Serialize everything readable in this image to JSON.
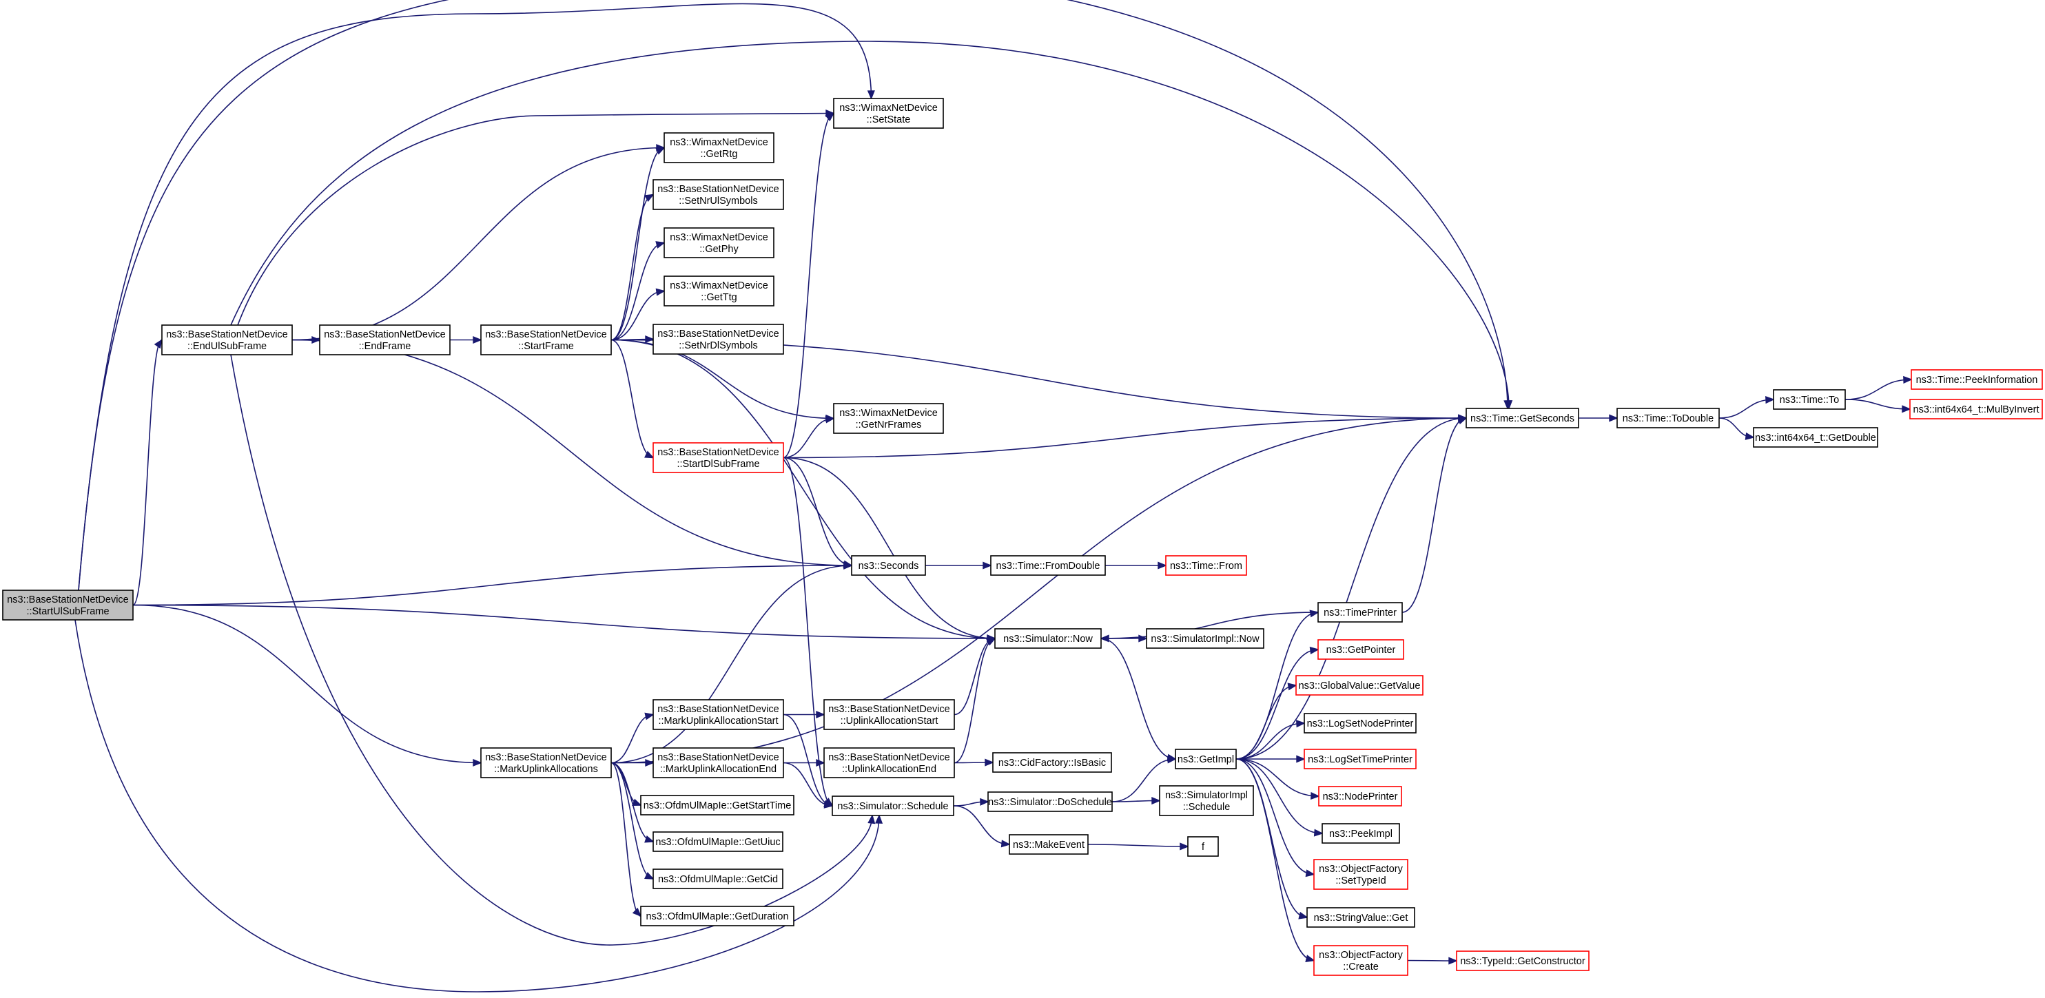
{
  "colors": {
    "edge": "#191970",
    "node_border": "#000000",
    "node_border_truncated": "#ff0000",
    "node_fill": "#ffffff",
    "root_fill": "#bfbfbf",
    "background": "#ffffff"
  },
  "nodes": [
    {
      "id": "root",
      "lines": [
        "ns3::BaseStationNetDevice",
        "::StartUlSubFrame"
      ],
      "kind": "root"
    },
    {
      "id": "endUlSubFrame",
      "lines": [
        "ns3::BaseStationNetDevice",
        "::EndUlSubFrame"
      ],
      "kind": "normal"
    },
    {
      "id": "endFrame",
      "lines": [
        "ns3::BaseStationNetDevice",
        "::EndFrame"
      ],
      "kind": "normal"
    },
    {
      "id": "startFrame",
      "lines": [
        "ns3::BaseStationNetDevice",
        "::StartFrame"
      ],
      "kind": "normal"
    },
    {
      "id": "setState",
      "lines": [
        "ns3::WimaxNetDevice",
        "::SetState"
      ],
      "kind": "normal"
    },
    {
      "id": "getRtg",
      "lines": [
        "ns3::WimaxNetDevice",
        "::GetRtg"
      ],
      "kind": "normal"
    },
    {
      "id": "setNrUlSymbols",
      "lines": [
        "ns3::BaseStationNetDevice",
        "::SetNrUlSymbols"
      ],
      "kind": "normal"
    },
    {
      "id": "getPhy",
      "lines": [
        "ns3::WimaxNetDevice",
        "::GetPhy"
      ],
      "kind": "normal"
    },
    {
      "id": "getTtg",
      "lines": [
        "ns3::WimaxNetDevice",
        "::GetTtg"
      ],
      "kind": "normal"
    },
    {
      "id": "setNrDlSymbols",
      "lines": [
        "ns3::BaseStationNetDevice",
        "::SetNrDlSymbols"
      ],
      "kind": "normal"
    },
    {
      "id": "getNrFrames",
      "lines": [
        "ns3::WimaxNetDevice",
        "::GetNrFrames"
      ],
      "kind": "normal"
    },
    {
      "id": "startDlSubFrame",
      "lines": [
        "ns3::BaseStationNetDevice",
        "::StartDlSubFrame"
      ],
      "kind": "truncated"
    },
    {
      "id": "getSeconds",
      "lines": [
        "ns3::Time::GetSeconds"
      ],
      "kind": "normal"
    },
    {
      "id": "toDouble",
      "lines": [
        "ns3::Time::ToDouble"
      ],
      "kind": "normal"
    },
    {
      "id": "timeTo",
      "lines": [
        "ns3::Time::To"
      ],
      "kind": "normal"
    },
    {
      "id": "peekInformation",
      "lines": [
        "ns3::Time::PeekInformation"
      ],
      "kind": "truncated"
    },
    {
      "id": "mulByInvert",
      "lines": [
        "ns3::int64x64_t::MulByInvert"
      ],
      "kind": "truncated"
    },
    {
      "id": "getDouble",
      "lines": [
        "ns3::int64x64_t::GetDouble"
      ],
      "kind": "normal"
    },
    {
      "id": "seconds",
      "lines": [
        "ns3::Seconds"
      ],
      "kind": "normal"
    },
    {
      "id": "fromDouble",
      "lines": [
        "ns3::Time::FromDouble"
      ],
      "kind": "normal"
    },
    {
      "id": "timeFrom",
      "lines": [
        "ns3::Time::From"
      ],
      "kind": "truncated"
    },
    {
      "id": "simNow",
      "lines": [
        "ns3::Simulator::Now"
      ],
      "kind": "normal"
    },
    {
      "id": "simImplNow",
      "lines": [
        "ns3::SimulatorImpl::Now"
      ],
      "kind": "normal"
    },
    {
      "id": "timePrinter",
      "lines": [
        "ns3::TimePrinter"
      ],
      "kind": "normal"
    },
    {
      "id": "markUplinkAllocations",
      "lines": [
        "ns3::BaseStationNetDevice",
        "::MarkUplinkAllocations"
      ],
      "kind": "normal"
    },
    {
      "id": "markUplinkAllocationStart",
      "lines": [
        "ns3::BaseStationNetDevice",
        "::MarkUplinkAllocationStart"
      ],
      "kind": "normal"
    },
    {
      "id": "markUplinkAllocationEnd",
      "lines": [
        "ns3::BaseStationNetDevice",
        "::MarkUplinkAllocationEnd"
      ],
      "kind": "normal"
    },
    {
      "id": "uplinkAllocationStart",
      "lines": [
        "ns3::BaseStationNetDevice",
        "::UplinkAllocationStart"
      ],
      "kind": "normal"
    },
    {
      "id": "uplinkAllocationEnd",
      "lines": [
        "ns3::BaseStationNetDevice",
        "::UplinkAllocationEnd"
      ],
      "kind": "normal"
    },
    {
      "id": "cidIsBasic",
      "lines": [
        "ns3::CidFactory::IsBasic"
      ],
      "kind": "normal"
    },
    {
      "id": "getStartTime",
      "lines": [
        "ns3::OfdmUlMapIe::GetStartTime"
      ],
      "kind": "normal"
    },
    {
      "id": "getUiuc",
      "lines": [
        "ns3::OfdmUlMapIe::GetUiuc"
      ],
      "kind": "normal"
    },
    {
      "id": "getCid",
      "lines": [
        "ns3::OfdmUlMapIe::GetCid"
      ],
      "kind": "normal"
    },
    {
      "id": "getDuration",
      "lines": [
        "ns3::OfdmUlMapIe::GetDuration"
      ],
      "kind": "normal"
    },
    {
      "id": "simSchedule",
      "lines": [
        "ns3::Simulator::Schedule"
      ],
      "kind": "normal"
    },
    {
      "id": "doSchedule",
      "lines": [
        "ns3::Simulator::DoSchedule"
      ],
      "kind": "normal"
    },
    {
      "id": "simImplSchedule",
      "lines": [
        "ns3::SimulatorImpl",
        "::Schedule"
      ],
      "kind": "normal"
    },
    {
      "id": "makeEvent",
      "lines": [
        "ns3::MakeEvent"
      ],
      "kind": "normal"
    },
    {
      "id": "f",
      "lines": [
        "f"
      ],
      "kind": "normal"
    },
    {
      "id": "getImpl",
      "lines": [
        "ns3::GetImpl"
      ],
      "kind": "normal"
    },
    {
      "id": "getPointer",
      "lines": [
        "ns3::GetPointer"
      ],
      "kind": "truncated"
    },
    {
      "id": "globalValueGetValue",
      "lines": [
        "ns3::GlobalValue::GetValue"
      ],
      "kind": "truncated"
    },
    {
      "id": "logSetNodePrinter",
      "lines": [
        "ns3::LogSetNodePrinter"
      ],
      "kind": "normal"
    },
    {
      "id": "logSetTimePrinter",
      "lines": [
        "ns3::LogSetTimePrinter"
      ],
      "kind": "truncated"
    },
    {
      "id": "nodePrinter",
      "lines": [
        "ns3::NodePrinter"
      ],
      "kind": "truncated"
    },
    {
      "id": "peekImpl",
      "lines": [
        "ns3::PeekImpl"
      ],
      "kind": "normal"
    },
    {
      "id": "objectFactorySetTypeId",
      "lines": [
        "ns3::ObjectFactory",
        "::SetTypeId"
      ],
      "kind": "truncated"
    },
    {
      "id": "stringValueGet",
      "lines": [
        "ns3::StringValue::Get"
      ],
      "kind": "normal"
    },
    {
      "id": "objectFactoryCreate",
      "lines": [
        "ns3::ObjectFactory",
        "::Create"
      ],
      "kind": "truncated"
    },
    {
      "id": "getConstructor",
      "lines": [
        "ns3::TypeId::GetConstructor"
      ],
      "kind": "truncated"
    }
  ],
  "edges": [
    [
      "root",
      "endUlSubFrame"
    ],
    [
      "root",
      "setState"
    ],
    [
      "root",
      "getSeconds"
    ],
    [
      "root",
      "seconds"
    ],
    [
      "root",
      "simNow"
    ],
    [
      "root",
      "markUplinkAllocations"
    ],
    [
      "root",
      "simSchedule"
    ],
    [
      "endUlSubFrame",
      "endFrame"
    ],
    [
      "endUlSubFrame",
      "setState"
    ],
    [
      "endUlSubFrame",
      "getRtg"
    ],
    [
      "endUlSubFrame",
      "getSeconds"
    ],
    [
      "endUlSubFrame",
      "seconds"
    ],
    [
      "endUlSubFrame",
      "simSchedule"
    ],
    [
      "endFrame",
      "startFrame"
    ],
    [
      "startFrame",
      "getRtg"
    ],
    [
      "startFrame",
      "setNrUlSymbols"
    ],
    [
      "startFrame",
      "getPhy"
    ],
    [
      "startFrame",
      "getTtg"
    ],
    [
      "startFrame",
      "setNrDlSymbols"
    ],
    [
      "startFrame",
      "getNrFrames"
    ],
    [
      "startFrame",
      "startDlSubFrame"
    ],
    [
      "startFrame",
      "getSeconds"
    ],
    [
      "startFrame",
      "simNow"
    ],
    [
      "startDlSubFrame",
      "setState"
    ],
    [
      "startDlSubFrame",
      "getNrFrames"
    ],
    [
      "startDlSubFrame",
      "getSeconds"
    ],
    [
      "startDlSubFrame",
      "seconds"
    ],
    [
      "startDlSubFrame",
      "simNow"
    ],
    [
      "startDlSubFrame",
      "simSchedule"
    ],
    [
      "getSeconds",
      "toDouble"
    ],
    [
      "toDouble",
      "timeTo"
    ],
    [
      "toDouble",
      "getDouble"
    ],
    [
      "timeTo",
      "peekInformation"
    ],
    [
      "timeTo",
      "mulByInvert"
    ],
    [
      "seconds",
      "fromDouble"
    ],
    [
      "fromDouble",
      "timeFrom"
    ],
    [
      "simNow",
      "simImplNow"
    ],
    [
      "simNow",
      "getImpl"
    ],
    [
      "timePrinter",
      "simNow"
    ],
    [
      "timePrinter",
      "getSeconds"
    ],
    [
      "markUplinkAllocations",
      "markUplinkAllocationStart"
    ],
    [
      "markUplinkAllocations",
      "markUplinkAllocationEnd"
    ],
    [
      "markUplinkAllocations",
      "getStartTime"
    ],
    [
      "markUplinkAllocations",
      "getUiuc"
    ],
    [
      "markUplinkAllocations",
      "getCid"
    ],
    [
      "markUplinkAllocations",
      "getDuration"
    ],
    [
      "markUplinkAllocations",
      "seconds"
    ],
    [
      "markUplinkAllocations",
      "getSeconds"
    ],
    [
      "markUplinkAllocationStart",
      "uplinkAllocationStart"
    ],
    [
      "markUplinkAllocationStart",
      "simSchedule"
    ],
    [
      "markUplinkAllocationEnd",
      "uplinkAllocationEnd"
    ],
    [
      "markUplinkAllocationEnd",
      "simSchedule"
    ],
    [
      "uplinkAllocationStart",
      "simNow"
    ],
    [
      "uplinkAllocationEnd",
      "cidIsBasic"
    ],
    [
      "uplinkAllocationEnd",
      "simNow"
    ],
    [
      "simSchedule",
      "doSchedule"
    ],
    [
      "simSchedule",
      "makeEvent"
    ],
    [
      "doSchedule",
      "simImplSchedule"
    ],
    [
      "doSchedule",
      "getImpl"
    ],
    [
      "makeEvent",
      "f"
    ],
    [
      "getImpl",
      "timePrinter"
    ],
    [
      "getImpl",
      "getSeconds"
    ],
    [
      "getImpl",
      "getPointer"
    ],
    [
      "getImpl",
      "globalValueGetValue"
    ],
    [
      "getImpl",
      "logSetNodePrinter"
    ],
    [
      "getImpl",
      "logSetTimePrinter"
    ],
    [
      "getImpl",
      "nodePrinter"
    ],
    [
      "getImpl",
      "peekImpl"
    ],
    [
      "getImpl",
      "objectFactorySetTypeId"
    ],
    [
      "getImpl",
      "stringValueGet"
    ],
    [
      "getImpl",
      "objectFactoryCreate"
    ],
    [
      "objectFactoryCreate",
      "getConstructor"
    ]
  ]
}
